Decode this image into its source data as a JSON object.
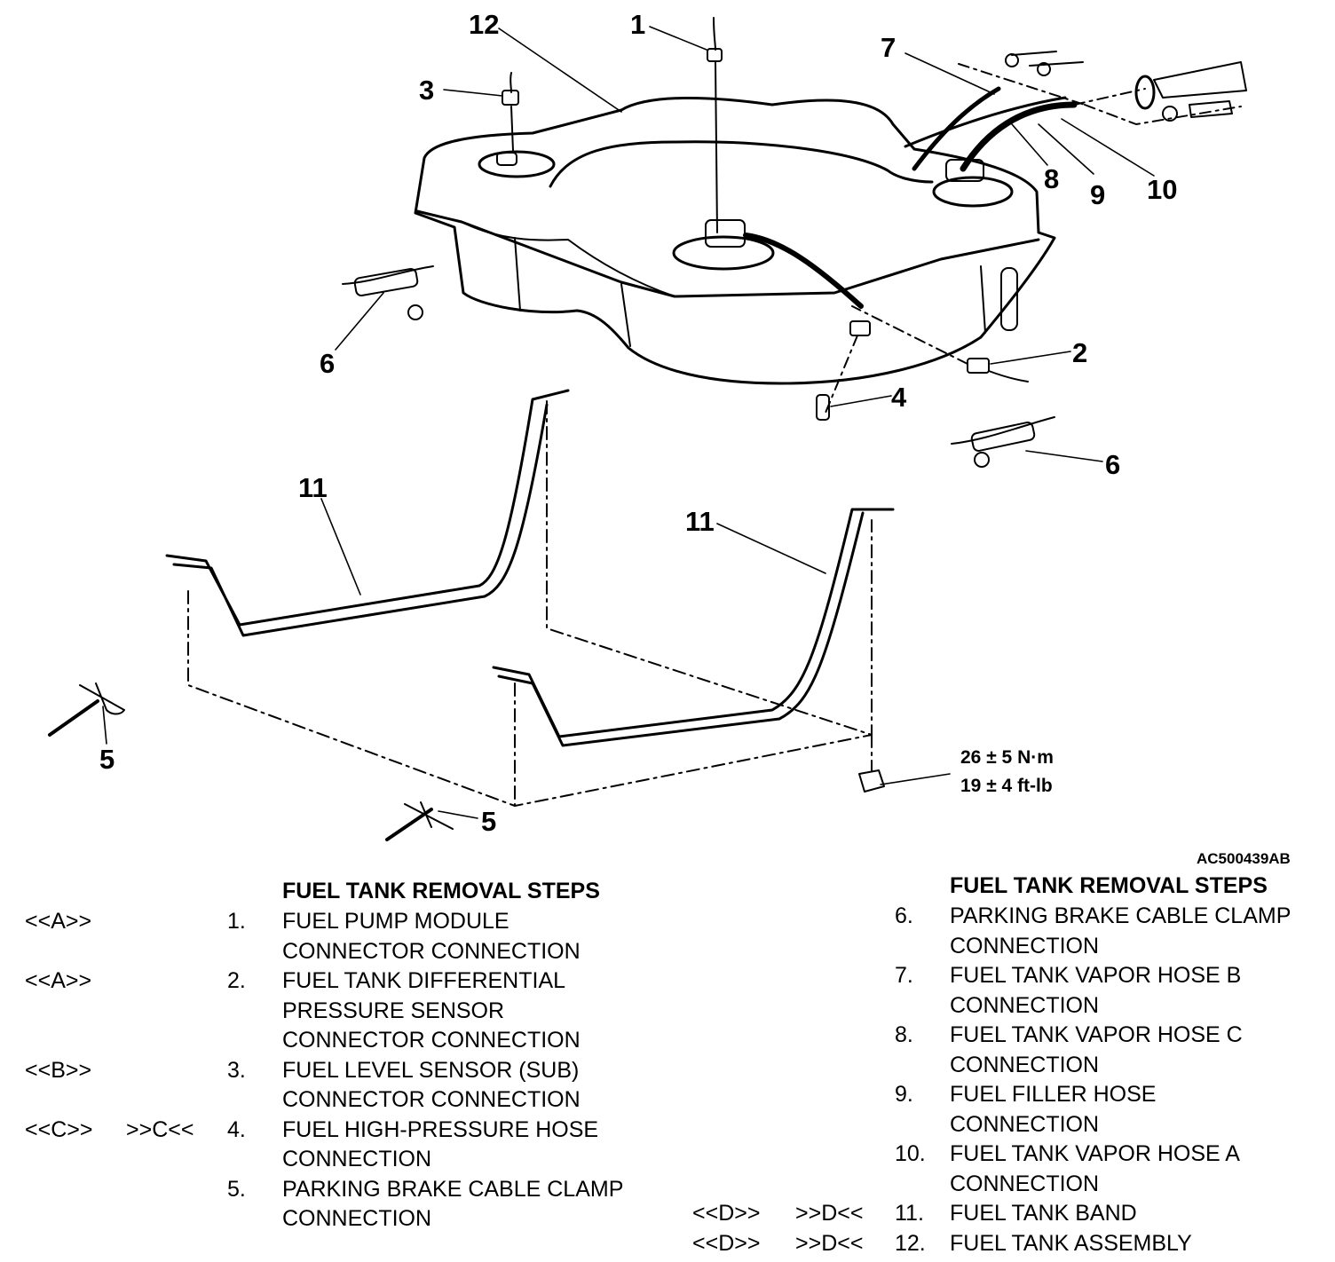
{
  "callouts": {
    "c1": "1",
    "c2": "2",
    "c3": "3",
    "c4": "4",
    "c5a": "5",
    "c5b": "5",
    "c6a": "6",
    "c6b": "6",
    "c7": "7",
    "c8": "8",
    "c9": "9",
    "c10": "10",
    "c11a": "11",
    "c11b": "11",
    "c12": "12"
  },
  "torque": {
    "nm": "26 ± 5 N·m",
    "ftlb": "19 ± 4 ft-lb"
  },
  "figure_code": "AC500439AB",
  "left_steps": {
    "heading": "FUEL TANK REMOVAL STEPS",
    "items": [
      {
        "code1": "<<A>>",
        "code2": "",
        "num": "1.",
        "text": "FUEL PUMP MODULE\nCONNECTOR CONNECTION"
      },
      {
        "code1": "<<A>>",
        "code2": "",
        "num": "2.",
        "text": "FUEL TANK DIFFERENTIAL\nPRESSURE SENSOR\nCONNECTOR CONNECTION"
      },
      {
        "code1": "<<B>>",
        "code2": "",
        "num": "3.",
        "text": "FUEL LEVEL SENSOR (SUB)\nCONNECTOR CONNECTION"
      },
      {
        "code1": "<<C>>",
        "code2": ">>C<<",
        "num": "4.",
        "text": "FUEL HIGH-PRESSURE HOSE\nCONNECTION"
      },
      {
        "code1": "",
        "code2": "",
        "num": "5.",
        "text": "PARKING BRAKE CABLE CLAMP\nCONNECTION"
      }
    ]
  },
  "right_steps": {
    "heading": "FUEL TANK REMOVAL STEPS",
    "items": [
      {
        "code1": "",
        "code2": "",
        "num": "6.",
        "text": "PARKING BRAKE CABLE CLAMP\nCONNECTION"
      },
      {
        "code1": "",
        "code2": "",
        "num": "7.",
        "text": "FUEL TANK VAPOR HOSE B\nCONNECTION"
      },
      {
        "code1": "",
        "code2": "",
        "num": "8.",
        "text": "FUEL TANK VAPOR HOSE C\nCONNECTION"
      },
      {
        "code1": "",
        "code2": "",
        "num": "9.",
        "text": "FUEL FILLER HOSE\nCONNECTION"
      },
      {
        "code1": "",
        "code2": "",
        "num": "10.",
        "text": "FUEL TANK VAPOR HOSE A\nCONNECTION"
      },
      {
        "code1": "<<D>>",
        "code2": ">>D<<",
        "num": "11.",
        "text": "FUEL TANK BAND"
      },
      {
        "code1": "<<D>>",
        "code2": ">>D<<",
        "num": "12.",
        "text": "FUEL TANK ASSEMBLY"
      }
    ]
  }
}
